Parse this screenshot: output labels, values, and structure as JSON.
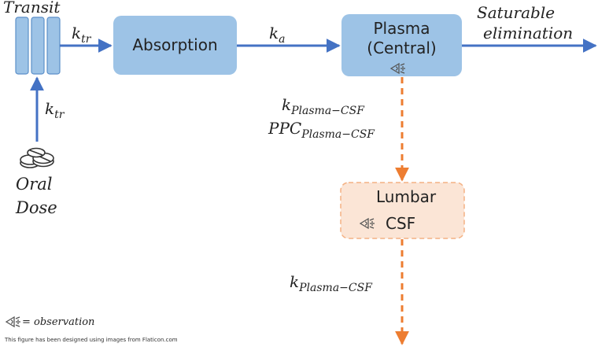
{
  "transit": {
    "title": "Transit"
  },
  "absorption": {
    "label": "Absorption"
  },
  "plasma": {
    "line1": "Plasma",
    "line2": "(Central)"
  },
  "lumbar": {
    "line1": "Lumbar",
    "line2": "CSF"
  },
  "oral_dose": {
    "line1": "Oral",
    "line2": "Dose"
  },
  "saturable": {
    "line1": "Saturable",
    "line2": "elimination"
  },
  "rates": {
    "ktr_main": "k",
    "ktr_sub": "tr",
    "ka_main": "k",
    "ka_sub": "a",
    "kpc_main": "k",
    "kpc_sub": "Plasma−CSF",
    "ppc_main": "PPC",
    "ppc_sub": "Plasma−CSF"
  },
  "legend": {
    "equals_text": "= observation"
  },
  "credit": "This figure has been designed using images from Flaticon.com",
  "colors": {
    "box_fill": "#9dc3e6",
    "arrow_blue": "#4472c4",
    "csf_fill": "#fbe5d6",
    "csf_border": "#f4b183",
    "dash_orange": "#ed7d31"
  },
  "icons": [
    "pill-stack-icon",
    "observation-eye-icon"
  ]
}
